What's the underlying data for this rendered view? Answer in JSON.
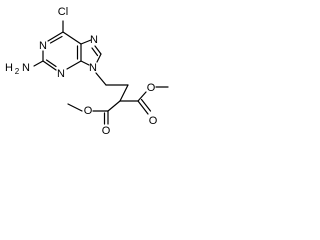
{
  "structure": {
    "atoms": {
      "cl": "Cl",
      "n1": "N",
      "n3": "N",
      "n7": "N",
      "n9": "N",
      "amine_n": "N",
      "amine_h": "H",
      "amine_sub": "2",
      "ester1_o_single": "O",
      "ester1_o_double": "O",
      "ester2_o_single": "O",
      "ester2_o_double": "O"
    }
  }
}
